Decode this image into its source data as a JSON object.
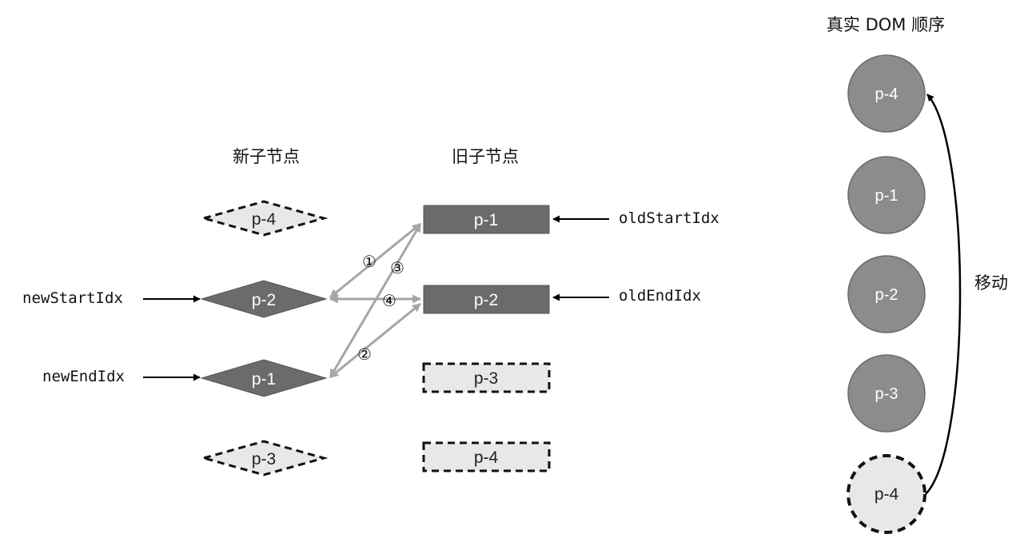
{
  "headers": {
    "new_children": "新子节点",
    "old_children": "旧子节点",
    "real_dom_order": "真实 DOM 顺序"
  },
  "new_nodes": [
    {
      "label": "p-4",
      "state": "processed"
    },
    {
      "label": "p-2",
      "state": "active"
    },
    {
      "label": "p-1",
      "state": "active"
    },
    {
      "label": "p-3",
      "state": "processed"
    }
  ],
  "old_nodes": [
    {
      "label": "p-1",
      "state": "active"
    },
    {
      "label": "p-2",
      "state": "active"
    },
    {
      "label": "p-3",
      "state": "processed"
    },
    {
      "label": "p-4",
      "state": "processed"
    }
  ],
  "pointers": {
    "new_start": "newStartIdx",
    "new_end": "newEndIdx",
    "old_start": "oldStartIdx",
    "old_end": "oldEndIdx"
  },
  "steps": [
    "①",
    "②",
    "③",
    "④"
  ],
  "dom_nodes": [
    {
      "label": "p-4",
      "state": "active"
    },
    {
      "label": "p-1",
      "state": "active"
    },
    {
      "label": "p-2",
      "state": "active"
    },
    {
      "label": "p-3",
      "state": "active"
    },
    {
      "label": "p-4",
      "state": "removed"
    }
  ],
  "move_label": "移动",
  "colors": {
    "active_fill": "#6b6b6b",
    "dom_fill": "#8c8c8c",
    "processed_fill": "#e8e8e8",
    "compare_arrow": "#a6a6a6",
    "pointer_arrow": "#000000"
  }
}
